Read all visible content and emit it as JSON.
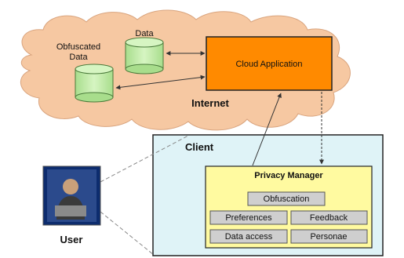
{
  "cloud": {
    "label": "Internet",
    "fill": "#f6c8a2"
  },
  "databases": {
    "data": {
      "label": "Data",
      "fill": "#c9f0b0"
    },
    "obfuscated": {
      "label_line1": "Obfuscated",
      "label_line2": "Data",
      "fill": "#c9f0b0"
    }
  },
  "cloud_application": {
    "label": "Cloud Application",
    "fill": "#ff8a00"
  },
  "client": {
    "label": "Client",
    "fill": "#dff3f7"
  },
  "privacy_manager": {
    "title": "Privacy Manager",
    "fill": "#fffaa0",
    "modules": {
      "obfuscation": "Obfuscation",
      "preferences": "Preferences",
      "feedback": "Feedback",
      "data_access": "Data access",
      "personae": "Personae"
    }
  },
  "user": {
    "label": "User"
  }
}
